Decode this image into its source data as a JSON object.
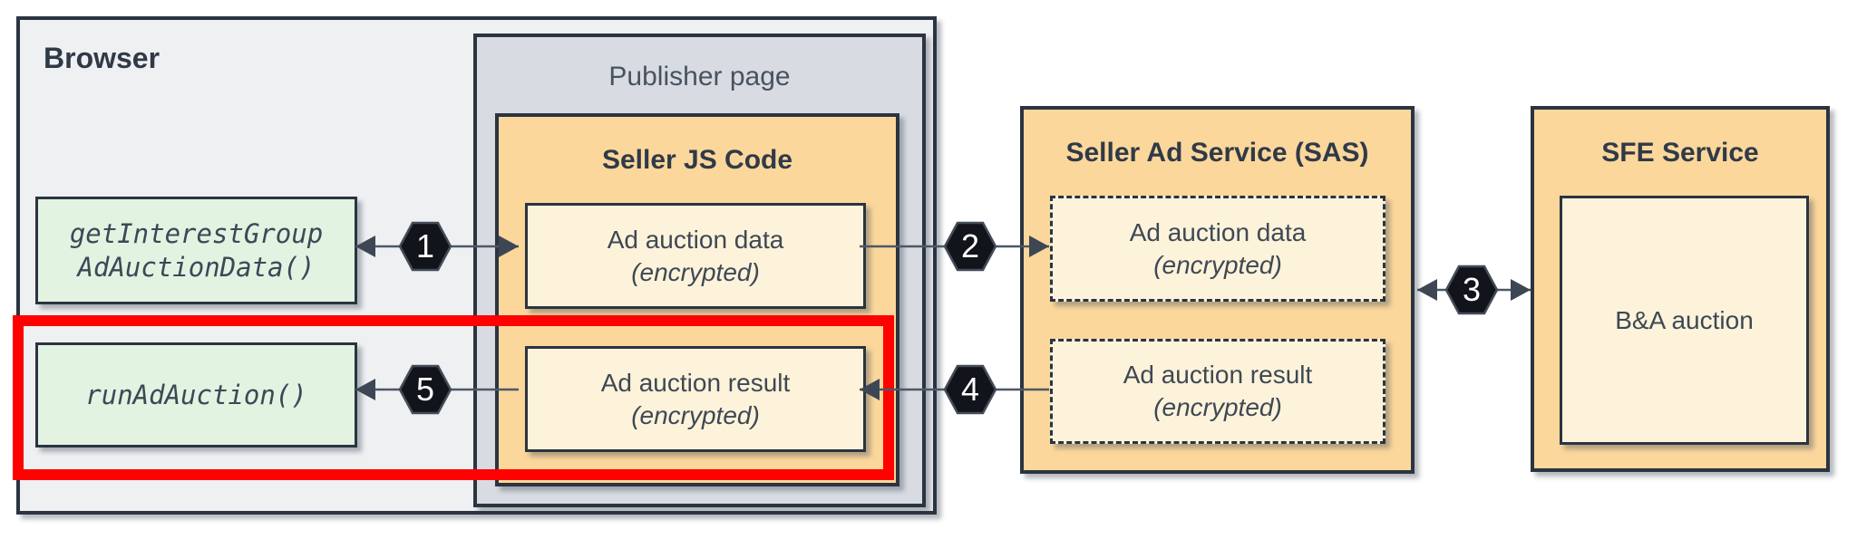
{
  "colors": {
    "highlight-red": "#fe0100",
    "panel-orange": "#fbd79c",
    "panel-cream": "#fdf3da",
    "panel-green": "#e2f3e1",
    "panel-gray": "#d8dce2",
    "browser-bg": "#eef0f2",
    "border-dark": "#2b3440"
  },
  "browser": {
    "label": "Browser",
    "get_interest_group": {
      "line1": "getInterestGroup",
      "line2": "AdAuctionData()"
    },
    "run_ad_auction": {
      "label": "runAdAuction()"
    }
  },
  "publisher": {
    "label": "Publisher page",
    "seller_js": {
      "title": "Seller JS Code",
      "data_box": {
        "title": "Ad auction data",
        "subtitle": "(encrypted)"
      },
      "result_box": {
        "title": "Ad auction result",
        "subtitle": "(encrypted)"
      }
    }
  },
  "sas": {
    "title": "Seller Ad Service (SAS)",
    "data_box": {
      "title": "Ad auction data",
      "subtitle": "(encrypted)"
    },
    "result_box": {
      "title": "Ad auction result",
      "subtitle": "(encrypted)"
    }
  },
  "sfe": {
    "title": "SFE Service",
    "auction_box": {
      "label": "B&A auction"
    }
  },
  "steps": [
    {
      "number": "1"
    },
    {
      "number": "2"
    },
    {
      "number": "3"
    },
    {
      "number": "4"
    },
    {
      "number": "5"
    }
  ]
}
